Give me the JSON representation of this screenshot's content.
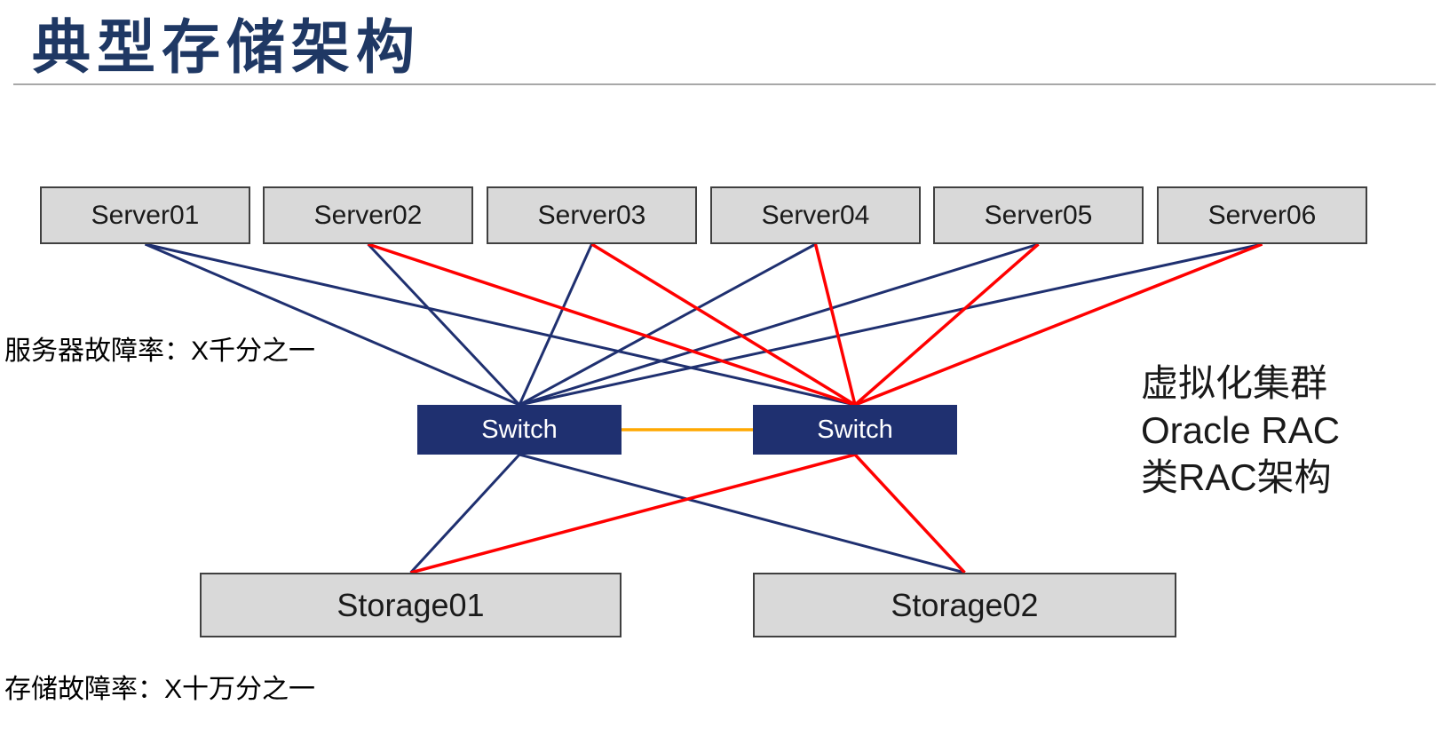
{
  "title": "典型存储架构",
  "annotations": {
    "server_failure_rate": "服务器故障率：X千分之一",
    "storage_failure_rate": "存储故障率：X十万分之一",
    "cluster_note_lines": [
      "虚拟化集群",
      "Oracle RAC",
      "类RAC架构"
    ]
  },
  "nodes": {
    "servers": [
      {
        "id": "server01",
        "label": "Server01"
      },
      {
        "id": "server02",
        "label": "Server02"
      },
      {
        "id": "server03",
        "label": "Server03"
      },
      {
        "id": "server04",
        "label": "Server04"
      },
      {
        "id": "server05",
        "label": "Server05"
      },
      {
        "id": "server06",
        "label": "Server06"
      }
    ],
    "switches": [
      {
        "id": "switch01",
        "label": "Switch"
      },
      {
        "id": "switch02",
        "label": "Switch"
      }
    ],
    "storages": [
      {
        "id": "storage01",
        "label": "Storage01"
      },
      {
        "id": "storage02",
        "label": "Storage02"
      }
    ]
  },
  "colors": {
    "navy": "#1F3070",
    "red": "#FF0000",
    "orange": "#FFA800",
    "title": "#1F3864",
    "box_fill": "#D9D9D9",
    "box_border": "#404040",
    "switch_fill": "#1F3070",
    "switch_text": "#FFFFFF"
  },
  "connections": [
    {
      "from": "server01",
      "to": "switch01",
      "color": "navy"
    },
    {
      "from": "server02",
      "to": "switch01",
      "color": "navy"
    },
    {
      "from": "server03",
      "to": "switch01",
      "color": "navy"
    },
    {
      "from": "server04",
      "to": "switch01",
      "color": "navy"
    },
    {
      "from": "server05",
      "to": "switch01",
      "color": "navy"
    },
    {
      "from": "server01",
      "to": "switch02",
      "color": "navy"
    },
    {
      "from": "server06",
      "to": "switch01",
      "color": "navy"
    },
    {
      "from": "server02",
      "to": "switch02",
      "color": "red"
    },
    {
      "from": "server03",
      "to": "switch02",
      "color": "red"
    },
    {
      "from": "server04",
      "to": "switch02",
      "color": "red"
    },
    {
      "from": "server05",
      "to": "switch02",
      "color": "red"
    },
    {
      "from": "server06",
      "to": "switch02",
      "color": "red"
    },
    {
      "from": "switch01",
      "to": "switch02",
      "color": "orange"
    },
    {
      "from": "switch01",
      "to": "storage01",
      "color": "navy"
    },
    {
      "from": "switch01",
      "to": "storage02",
      "color": "navy"
    },
    {
      "from": "switch02",
      "to": "storage01",
      "color": "red"
    },
    {
      "from": "switch02",
      "to": "storage02",
      "color": "red"
    }
  ]
}
